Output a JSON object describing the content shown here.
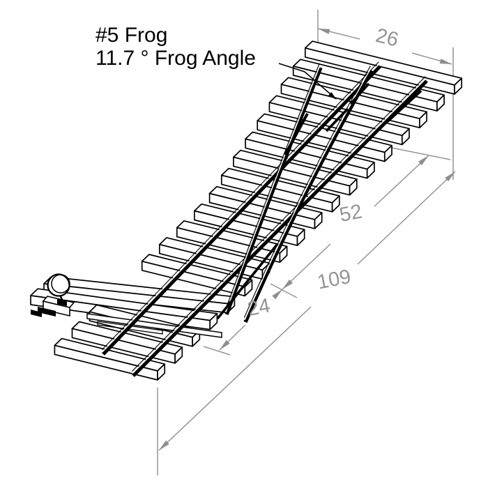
{
  "drawing": {
    "callout": {
      "line1": "#5 Frog",
      "line2": "11.7 ° Frog Angle"
    },
    "dimensions": {
      "end_offset": "26",
      "frog_section": "52",
      "overall_length": "109",
      "point_section": "24"
    },
    "colors": {
      "line": "#000000",
      "dimension": "#949494",
      "background": "#ffffff"
    }
  }
}
